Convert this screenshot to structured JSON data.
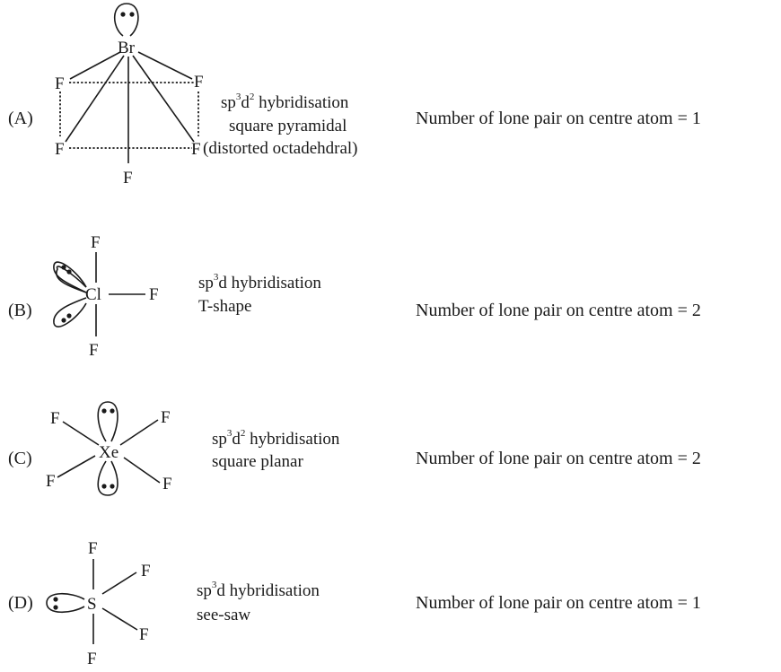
{
  "rows": [
    {
      "id": "A",
      "label": "(A)",
      "center_atom": "Br",
      "ligands": [
        "F",
        "F",
        "F",
        "F",
        "F"
      ],
      "sp": "sp",
      "sp_exp": "3",
      "d": "d",
      "d_exp": "2",
      "hyb_word": "hybridisation",
      "shape": "square pyramidal",
      "note": "(distorted octadehdral)",
      "lone_pair_text": "Number of lone pair on centre atom = 1"
    },
    {
      "id": "B",
      "label": "(B)",
      "center_atom": "Cl",
      "ligands": [
        "F",
        "F",
        "F"
      ],
      "sp": "sp",
      "sp_exp": "3",
      "d": "d",
      "d_exp": "",
      "hyb_word": "hybridisation",
      "shape": "T-shape",
      "lone_pair_text": "Number of lone pair on centre atom = 2"
    },
    {
      "id": "C",
      "label": "(C)",
      "center_atom": "Xe",
      "ligands": [
        "F",
        "F",
        "F",
        "F"
      ],
      "sp": "sp",
      "sp_exp": "3",
      "d": "d",
      "d_exp": "2",
      "hyb_word": "hybridisation",
      "shape": "square planar",
      "lone_pair_text": "Number of lone pair on centre atom = 2"
    },
    {
      "id": "D",
      "label": "(D)",
      "center_atom": "S",
      "ligands": [
        "F",
        "F",
        "F",
        "F"
      ],
      "sp": "sp",
      "sp_exp": "3",
      "d": "d",
      "d_exp": "",
      "hyb_word": "hybridisation",
      "shape": "see-saw",
      "lone_pair_text": "Number of lone pair on centre atom = 1"
    }
  ]
}
